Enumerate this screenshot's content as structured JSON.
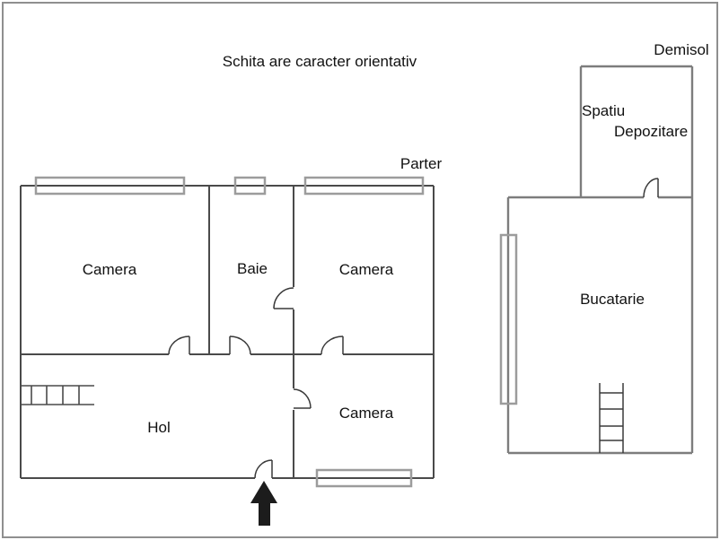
{
  "title": "Schita are caracter orientativ",
  "floors": {
    "parter": {
      "label": "Parter",
      "rooms": [
        {
          "id": "camera-top-left",
          "label": "Camera"
        },
        {
          "id": "baie",
          "label": "Baie"
        },
        {
          "id": "camera-top-right",
          "label": "Camera"
        },
        {
          "id": "hol",
          "label": "Hol"
        },
        {
          "id": "camera-bottom-right",
          "label": "Camera"
        }
      ]
    },
    "demisol": {
      "label": "Demisol",
      "rooms": [
        {
          "id": "spatiu-depozitare",
          "label_line1": "Spatiu",
          "label_line2": "Depozitare"
        },
        {
          "id": "bucatarie",
          "label": "Bucatarie"
        }
      ]
    }
  },
  "colors": {
    "background": "#ffffff",
    "frame_border": "#8f8f8f",
    "wall_dark": "#4a4a4a",
    "wall_gray": "#7d7d7d",
    "window": "#9c9c9c",
    "door": "#3a3a3a",
    "arrow": "#1c1c1c",
    "text": "#111111"
  }
}
